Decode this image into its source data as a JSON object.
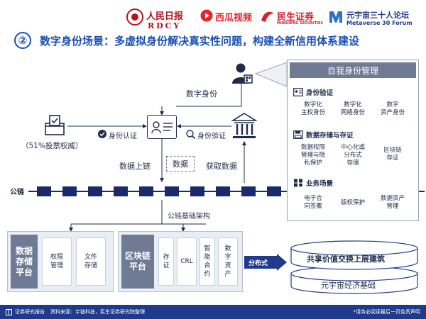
{
  "header": {
    "logos": [
      {
        "name": "人民日报",
        "sub": "RDCY"
      },
      {
        "name": "西瓜视频"
      },
      {
        "name": "民生证券",
        "sub": "MINSHENG SECURITIES"
      },
      {
        "name": "元宇宙三十人论坛",
        "sub": "Metaverse 30 Forum"
      }
    ],
    "section_number": "②",
    "title": "数字身份场景：多虚拟身份解决真实性问题，构建全新信用体系建设"
  },
  "diagram": {
    "digital_identity": "数字身份",
    "vote_rights": "（51%投票权威）",
    "identity_auth": "身份认证",
    "identity_verify": "身份验证",
    "data_upload": "数据上链",
    "data": "数据",
    "data_fetch": "获取数据",
    "public_chain": "公链",
    "chain_infra": "公链基础架构",
    "distributed": "分布式"
  },
  "panel": {
    "title": "自我身份管理",
    "sections": [
      {
        "heading": "身份验证",
        "items": [
          "数字化\n主权身份",
          "数字化\n网络身份",
          "数字\n资产身份"
        ]
      },
      {
        "heading": "数据存储与存证",
        "items": [
          "数据权限\n管理与隐\n私保护",
          "中心化或\n分布式\n存储",
          "区块链\n存证"
        ]
      },
      {
        "heading": "业务场景",
        "items": [
          "电子合\n同签署",
          "版权保护",
          "数据资产\n管理"
        ]
      }
    ]
  },
  "platforms": {
    "storage": {
      "title": "数据\n存储\n平台",
      "cells": [
        "权限\n管理",
        "文件\n存储"
      ]
    },
    "blockchain": {
      "title": "区块链\n平台",
      "cells": [
        "存\n证",
        "CRL",
        "智\n能\n合\n约",
        "数\n字\n资\n产"
      ]
    },
    "layers": [
      "共享价值交换上层建筑",
      "元宇宙经济基础"
    ]
  },
  "footer": {
    "left": "证券研究报告",
    "source": "资料来源：宇链科技，民生证券研究院整理",
    "right": "*请务必阅读最后一页免责声明"
  },
  "colors": {
    "accent": "#1b4fb2",
    "slate": "#6f7a94",
    "navy": "#1f3a8a",
    "chain": "#1a2a6c"
  }
}
